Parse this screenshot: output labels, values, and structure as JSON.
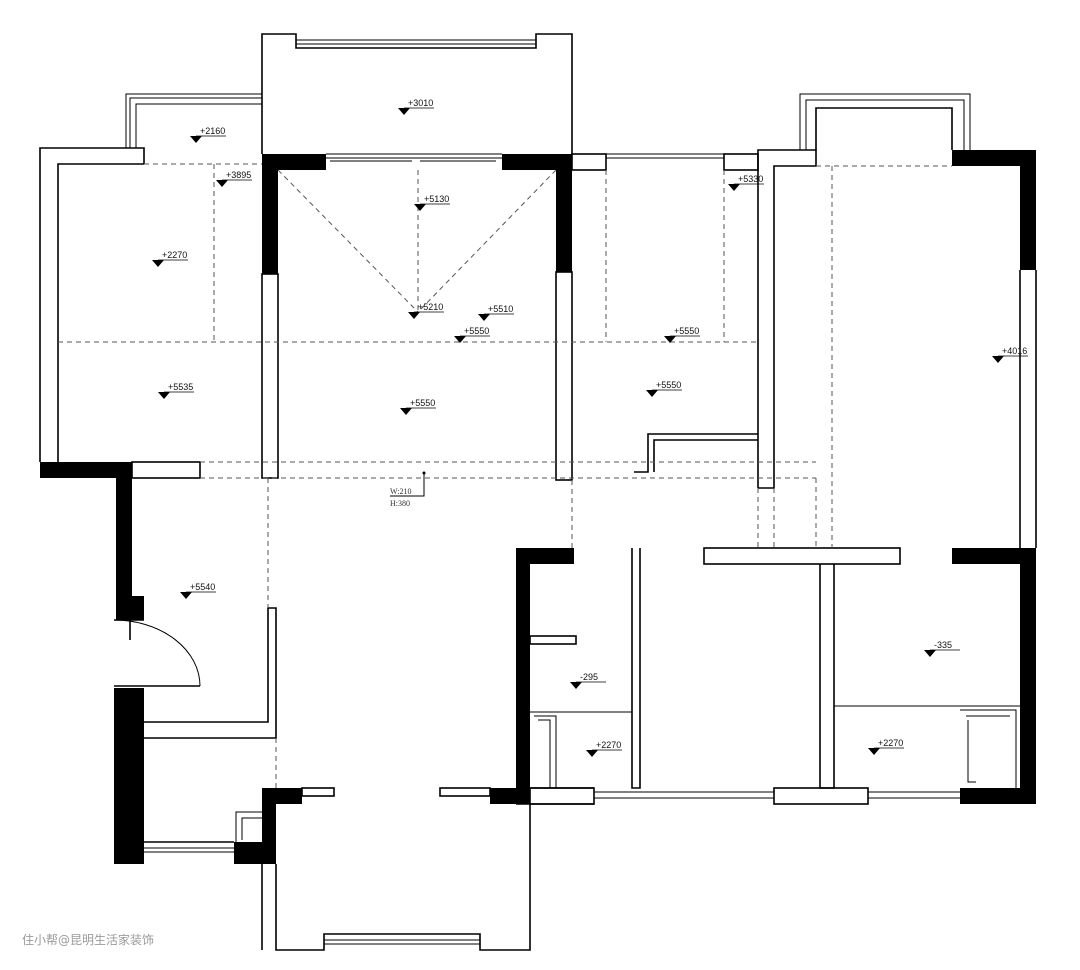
{
  "plan": {
    "level_labels": [
      "+3010",
      "+2160",
      "+3895",
      "+5130",
      "+2270",
      "+5210",
      "+5510",
      "+5550",
      "+5330",
      "+5550",
      "+4016",
      "+5535",
      "+5550",
      "+5550",
      "+5540",
      "-295",
      "+2270",
      "-335",
      "+2270"
    ],
    "ceiling_note": [
      "W:210",
      "H:380"
    ],
    "watermark": "住小帮@昆明生活家装饰"
  },
  "colors": {
    "wall": "#000000",
    "line": "#000000",
    "dashed": "#555555"
  },
  "icons": [
    "level-marker-icon"
  ]
}
